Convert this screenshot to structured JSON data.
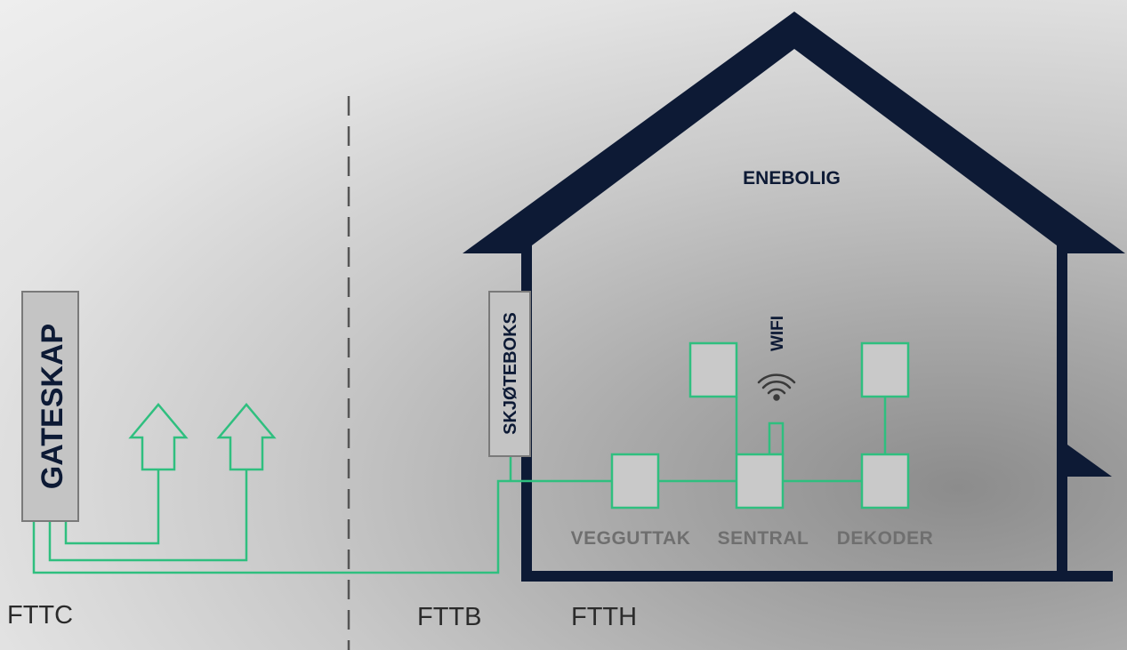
{
  "labels": {
    "street_cabinet": "GATESKAP",
    "splice_box": "SKJØTEBOKS",
    "house": "ENEBOLIG",
    "wifi": "WIFI",
    "wall_outlet": "VEGGUTTAK",
    "central": "SENTRAL",
    "decoder": "DEKODER"
  },
  "zones": {
    "fttc": "FTTC",
    "fttb": "FTTB",
    "ftth": "FTTH"
  },
  "colors": {
    "house_outline": "#0d1a35",
    "fiber_line": "#2fbf7f",
    "device_fill": "#c9c9c9",
    "cabinet_fill": "#c4c4c4",
    "grey_label": "#6f6f6f",
    "divider": "#555555"
  }
}
